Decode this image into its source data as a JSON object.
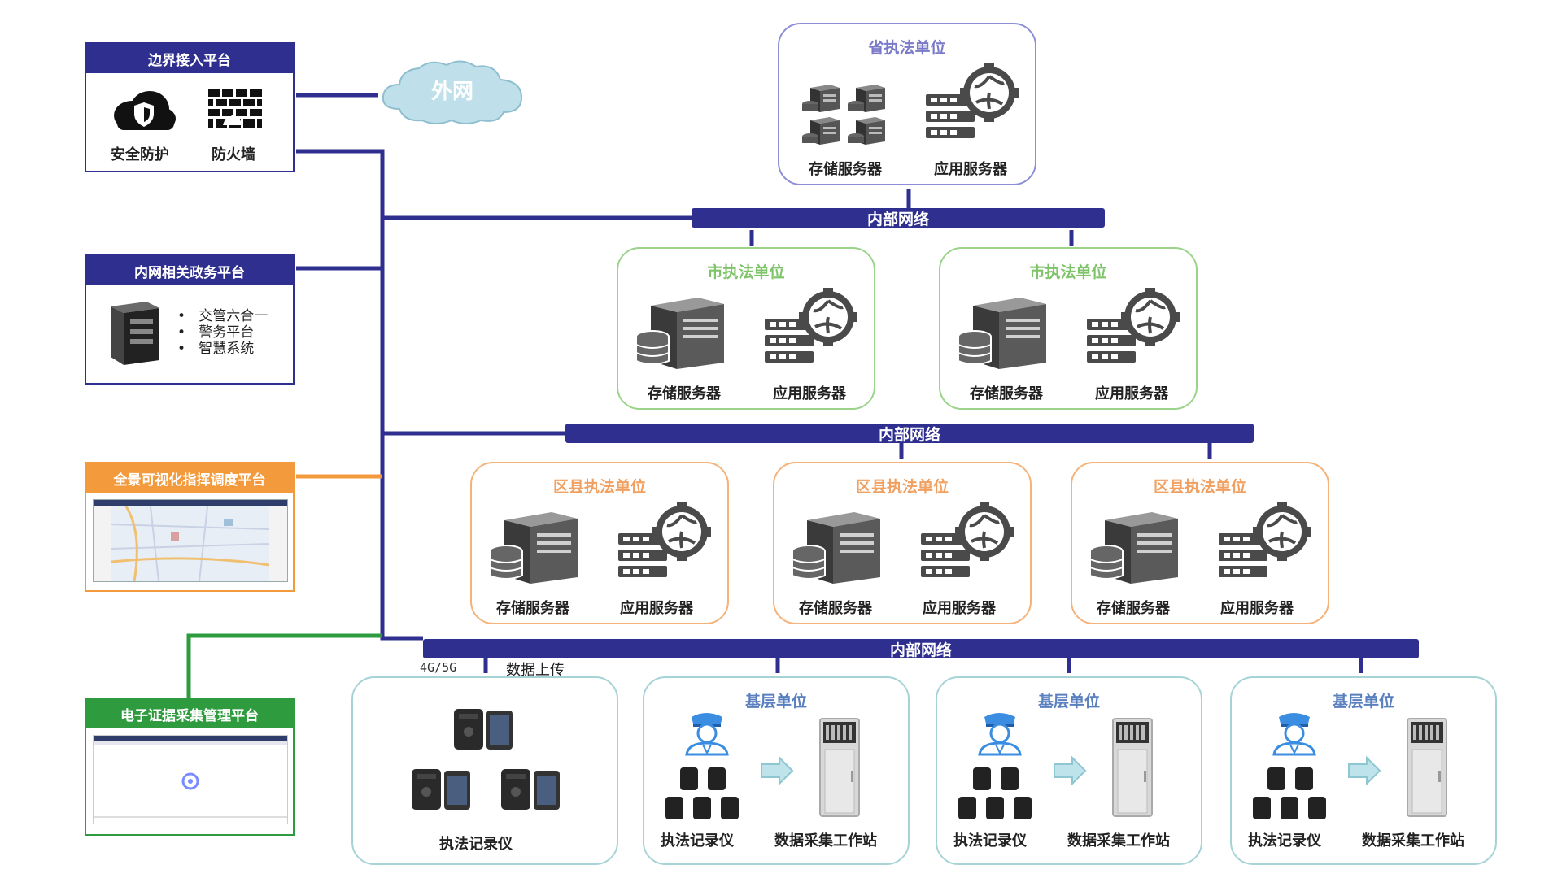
{
  "colors": {
    "navy": "#2f2f8f",
    "orange": "#f39a3c",
    "green": "#2e9b3e",
    "province_border": "#8e8ed8",
    "city_border": "#9ad389",
    "district_border": "#f5b27a",
    "base_border": "#a6d3d6",
    "cloud": "#bfe0ea",
    "server_gray": "#4a4a4a"
  },
  "left": {
    "border_platform": {
      "title": "边界接入平台",
      "items": [
        {
          "icon": "shield-cloud-icon",
          "label": "安全防护"
        },
        {
          "icon": "firewall-icon",
          "label": "防火墙"
        }
      ]
    },
    "intranet_platform": {
      "title": "内网相关政务平台",
      "icon": "server-tower-icon",
      "items": [
        "交管六合一",
        "警务平台",
        "智慧系统"
      ]
    },
    "dispatch_platform": {
      "title": "全景可视化指挥调度平台",
      "icon": "map-screenshot-icon"
    },
    "evidence_platform": {
      "title": "电子证据采集管理平台",
      "icon": "web-screenshot-icon"
    }
  },
  "cloud": {
    "label": "外网",
    "icon": "cloud-icon"
  },
  "networks": [
    "内部网络",
    "内部网络",
    "内部网络"
  ],
  "province": {
    "title": "省执法单位",
    "storage_label": "存储服务器",
    "app_label": "应用服务器"
  },
  "cities": [
    {
      "title": "市执法单位",
      "storage_label": "存储服务器",
      "app_label": "应用服务器"
    },
    {
      "title": "市执法单位",
      "storage_label": "存储服务器",
      "app_label": "应用服务器"
    }
  ],
  "districts": [
    {
      "title": "区县执法单位",
      "storage_label": "存储服务器",
      "app_label": "应用服务器"
    },
    {
      "title": "区县执法单位",
      "storage_label": "存储服务器",
      "app_label": "应用服务器"
    },
    {
      "title": "区县执法单位",
      "storage_label": "存储服务器",
      "app_label": "应用服务器"
    }
  ],
  "recorder_group": {
    "net_label": "4G/5G",
    "upload_label": "数据上传",
    "device_label": "执法记录仪"
  },
  "bases": [
    {
      "title": "基层单位",
      "recorder_label": "执法记录仪",
      "station_label": "数据采集工作站"
    },
    {
      "title": "基层单位",
      "recorder_label": "执法记录仪",
      "station_label": "数据采集工作站"
    },
    {
      "title": "基层单位",
      "recorder_label": "执法记录仪",
      "station_label": "数据采集工作站"
    }
  ]
}
